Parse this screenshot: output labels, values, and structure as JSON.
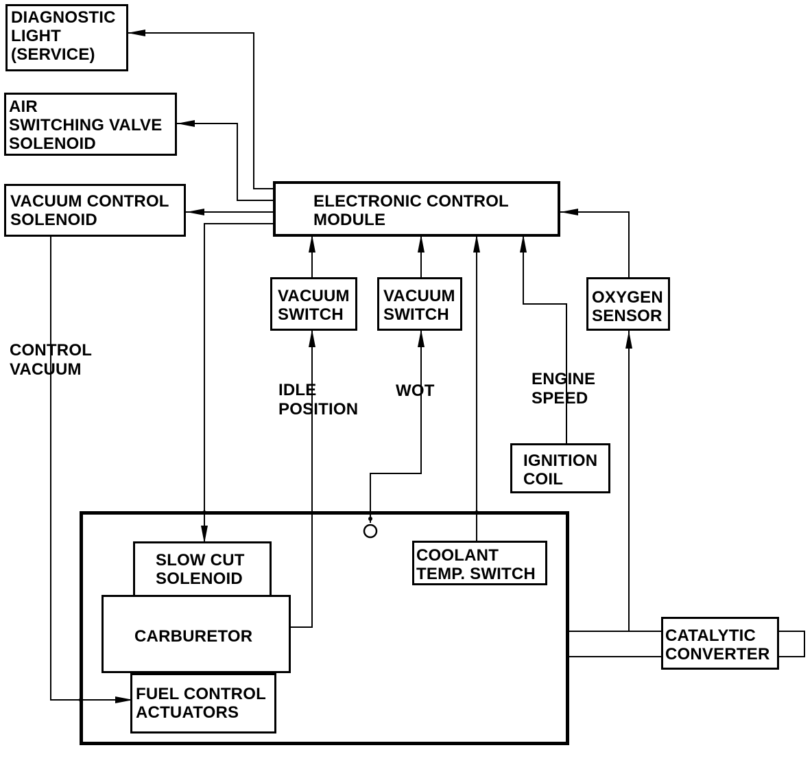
{
  "boxes": {
    "diagnostic_light": "DIAGNOSTIC\nLIGHT\n(SERVICE)",
    "air_switching_valve": "AIR\nSWITCHING VALVE\nSOLENOID",
    "vacuum_control_solenoid": "VACUUM CONTROL\nSOLENOID",
    "ecm": "ELECTRONIC CONTROL\nMODULE",
    "vacuum_switch_idle": "VACUUM\nSWITCH",
    "vacuum_switch_wot": "VACUUM\nSWITCH",
    "oxygen_sensor": "OXYGEN\nSENSOR",
    "ignition_coil": "IGNITION\nCOIL",
    "slow_cut_solenoid": "SLOW CUT\nSOLENOID",
    "carburetor": "CARBURETOR",
    "fuel_control_actuators": "FUEL CONTROL\nACTUATORS",
    "coolant_temp_switch": "COOLANT\nTEMP. SWITCH",
    "catalytic_converter": "CATALYTIC\nCONVERTER"
  },
  "labels": {
    "control_vacuum": "CONTROL\nVACUUM",
    "idle_position": "IDLE\nPOSITION",
    "wot": "WOT",
    "engine_speed": "ENGINE\nSPEED"
  }
}
